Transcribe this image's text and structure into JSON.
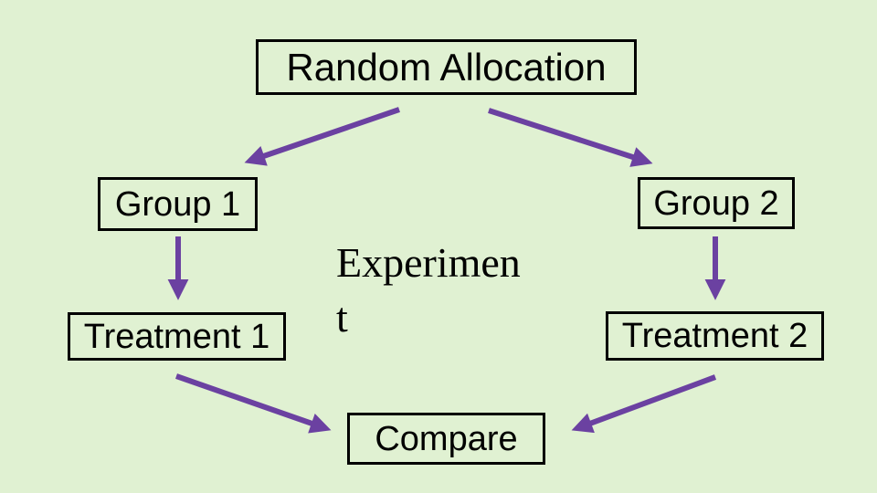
{
  "colors": {
    "bg": "#e0f1d2",
    "arrow": "#6b41a1",
    "box_border": "#000000",
    "text": "#000000"
  },
  "diagram": {
    "title": "Random Allocation",
    "nodes": {
      "random_allocation": {
        "label": "Random Allocation"
      },
      "group1": {
        "label": "Group 1"
      },
      "group2": {
        "label": "Group 2"
      },
      "experiment": {
        "label": "Experiment",
        "lines": [
          "Experimen",
          "t"
        ]
      },
      "treatment1": {
        "label": "Treatment 1"
      },
      "treatment2": {
        "label": "Treatment 2"
      },
      "compare": {
        "label": "Compare"
      }
    },
    "edges": [
      {
        "from": "random_allocation",
        "to": "group1"
      },
      {
        "from": "random_allocation",
        "to": "group2"
      },
      {
        "from": "group1",
        "to": "treatment1"
      },
      {
        "from": "group2",
        "to": "treatment2"
      },
      {
        "from": "treatment1",
        "to": "compare"
      },
      {
        "from": "treatment2",
        "to": "compare"
      }
    ]
  }
}
